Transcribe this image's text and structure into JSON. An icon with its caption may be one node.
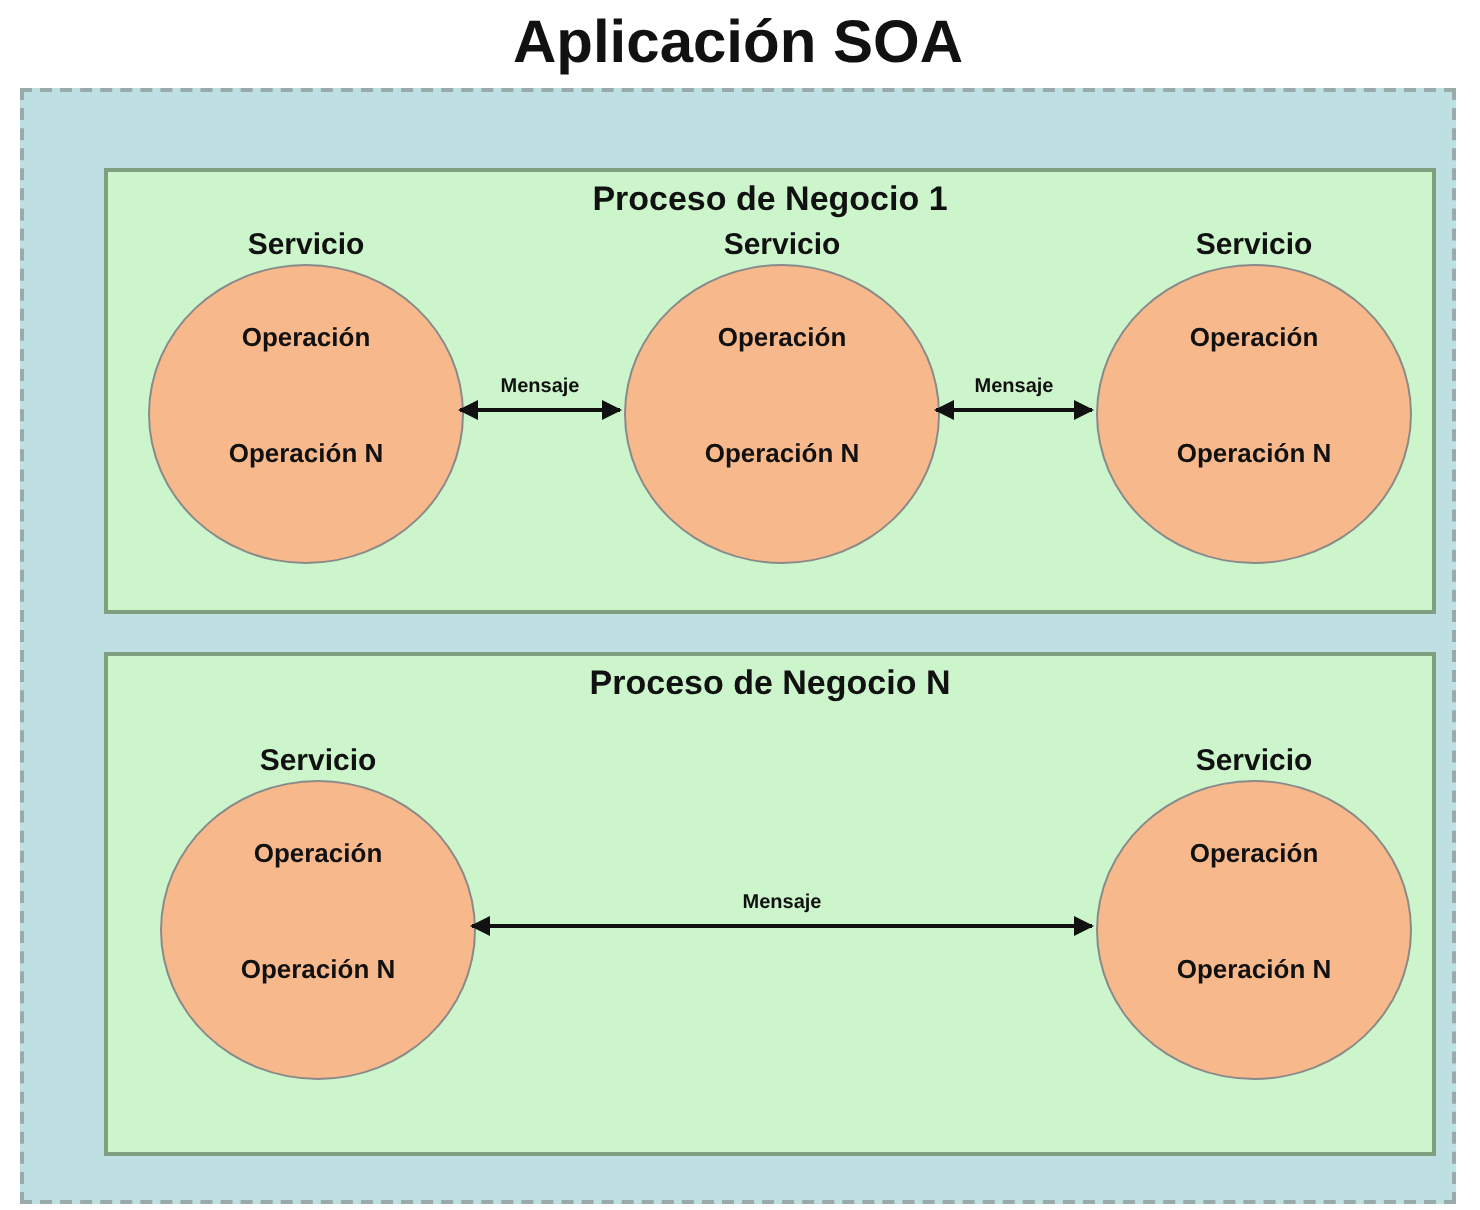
{
  "diagram": {
    "nodes": [
      {
        "text": [
          "Aplicación SOA"
        ]
      },
      {
        "text": [
          "Proceso de Negocio 1"
        ],
        "in": 0
      },
      {
        "text": [
          "Servicio",
          "Operación",
          "Operación N"
        ],
        "in": 1
      },
      {
        "text": [
          "Servicio",
          "Operación",
          "Operación N"
        ],
        "in": 1
      },
      {
        "text": [
          "Servicio",
          "Operación",
          "Operación N"
        ],
        "in": 1
      },
      {
        "text": [
          "Proceso de Negocio N"
        ],
        "in": 0
      },
      {
        "text": [
          "Servicio",
          "Operación",
          "Operación N"
        ],
        "in": 5
      },
      {
        "text": [
          "Servicio",
          "Operación",
          "Operación N"
        ],
        "in": 5
      }
    ],
    "edges": [
      {
        "from": 2,
        "to": 3,
        "arrow": "both",
        "label": "Mensaje"
      },
      {
        "from": 3,
        "to": 4,
        "arrow": "both",
        "label": "Mensaje"
      },
      {
        "from": 6,
        "to": 7,
        "arrow": "both",
        "label": "Mensaje"
      }
    ]
  }
}
